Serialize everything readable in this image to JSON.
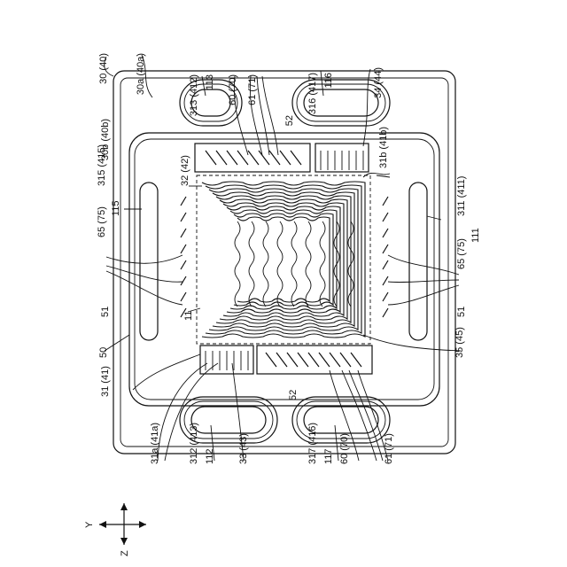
{
  "labels": {
    "l30_40": "30 (40)",
    "l30a_40a": "30a (40a)",
    "l30b_40b": "30b (40b)",
    "l313_412": "313 (412)",
    "l113": "113",
    "l60_70_top": "60 (70)",
    "l61_71_top": "61 (71)",
    "l316_417": "316 (417)",
    "l116": "116",
    "l34_44": "34 (44)",
    "l52_top": "52",
    "l31b_41b": "31b (41b)",
    "l32_42": "32 (42)",
    "l315_415": "315 (415)",
    "l115": "115",
    "l311_411": "311 (411)",
    "l111": "111",
    "l65_75_left": "65 (75)",
    "l65_75_right": "65 (75)",
    "l11": "11",
    "l51_left": "51",
    "l51_right": "51",
    "l50": "50",
    "l35_45": "35 (45)",
    "l31_41": "31 (41)",
    "l52_bottom": "52",
    "l31a_41a": "31a (41a)",
    "l312_413": "312 (413)",
    "l112": "112",
    "l33_43": "33 (43)",
    "l317_416": "317 (416)",
    "l117": "117",
    "l60_70_bottom": "60 (70)",
    "l61_71_bottom": "61 (71)",
    "axis_y": "Y",
    "axis_z": "Z"
  }
}
